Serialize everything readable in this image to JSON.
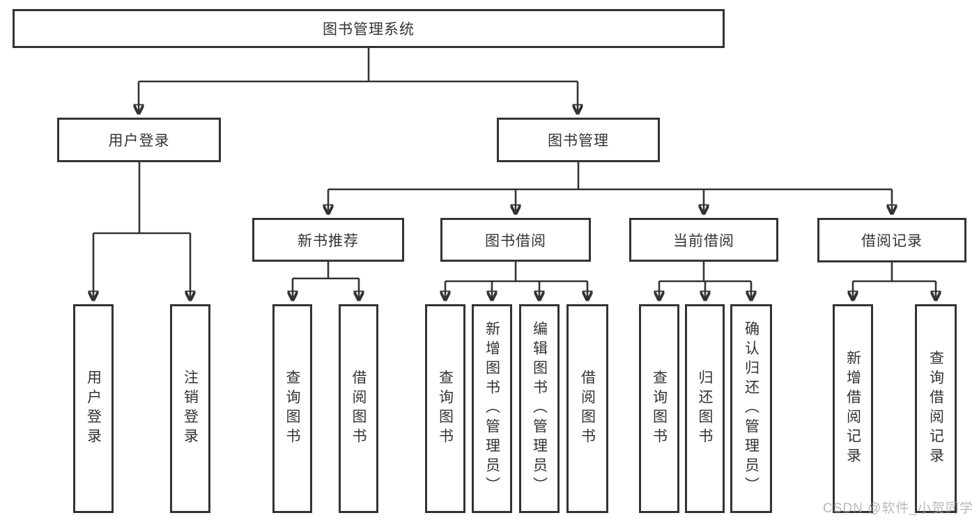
{
  "tree": {
    "root": "图书管理系统",
    "branches": [
      {
        "label": "用户登录",
        "children": [
          "用户登录",
          "注销登录"
        ]
      },
      {
        "label": "图书管理",
        "sections": [
          {
            "label": "新书推荐",
            "children": [
              "查询图书",
              "借阅图书"
            ]
          },
          {
            "label": "图书借阅",
            "children": [
              "查询图书",
              "新增图书（管理员）",
              "编辑图书（管理员）",
              "借阅图书"
            ]
          },
          {
            "label": "当前借阅",
            "children": [
              "查询图书",
              "归还图书",
              "确认归还（管理员）"
            ]
          },
          {
            "label": "借阅记录",
            "children": [
              "新增借阅记录",
              "查询借阅记录"
            ]
          }
        ]
      }
    ]
  },
  "watermark": "CSDN @软件_小贺同学",
  "colors": {
    "line": "#333333",
    "box_border": "#333333",
    "box_fill": "#ffffff",
    "text": "#333333",
    "watermark": "#a8a8a8"
  }
}
